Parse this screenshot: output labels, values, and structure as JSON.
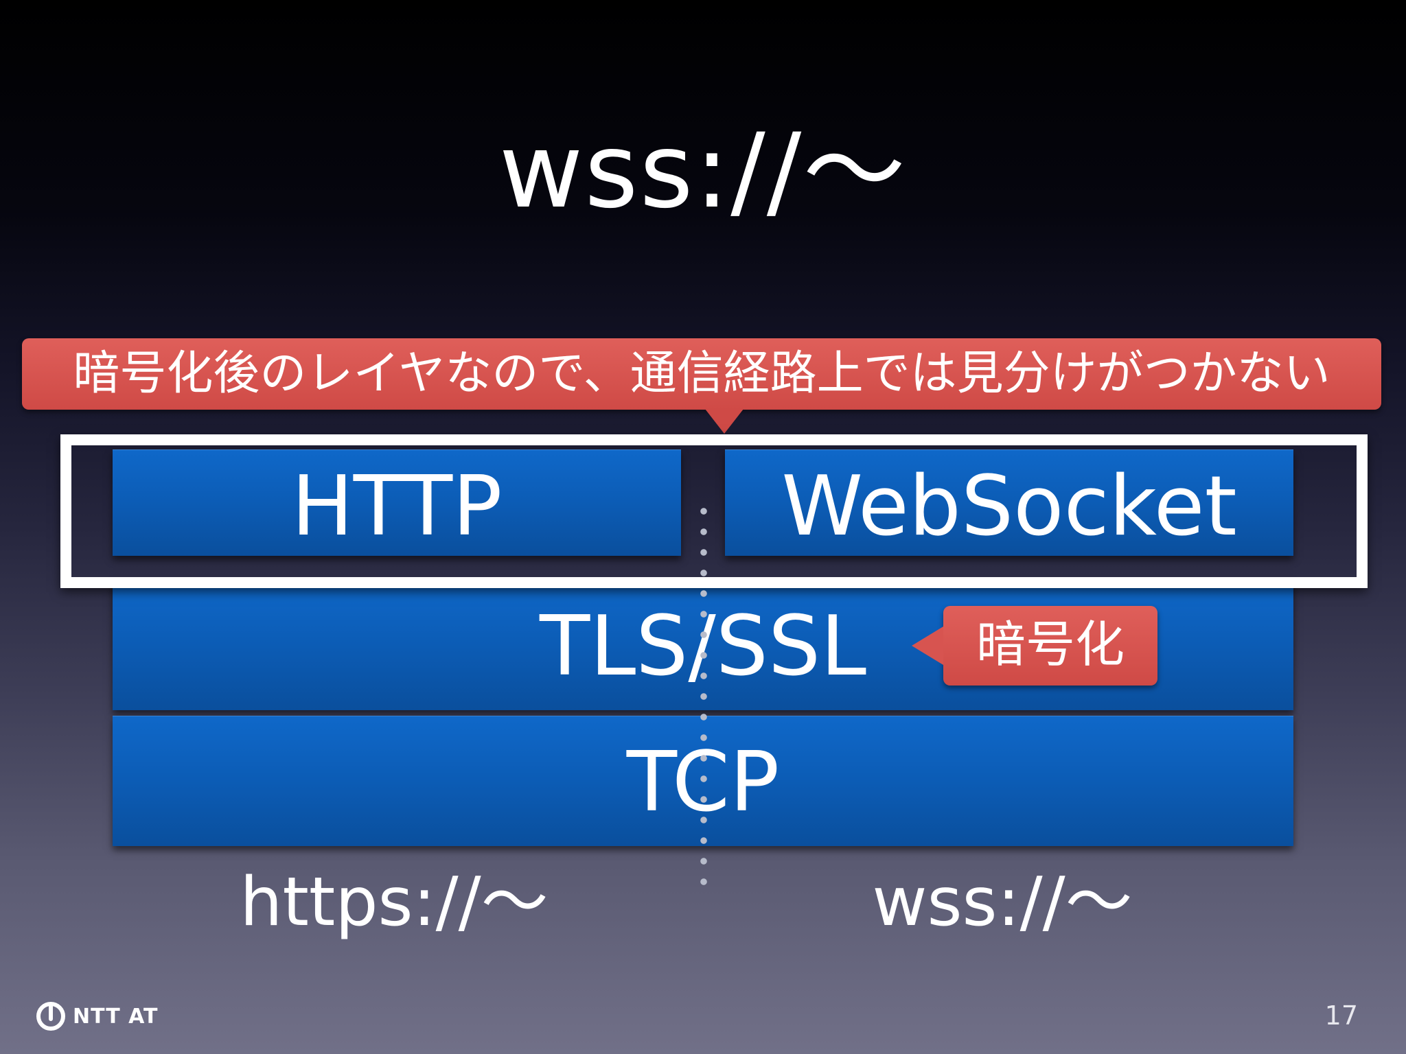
{
  "title": "wss://〜",
  "callout_top": "暗号化後のレイヤなので、通信経路上では見分けがつかない",
  "layers": {
    "http": "HTTP",
    "websocket": "WebSocket",
    "tls": "TLS/SSL",
    "tcp": "TCP"
  },
  "badge_encrypt": "暗号化",
  "schemes": {
    "https": "https://〜",
    "wss": "wss://〜"
  },
  "footer": {
    "logo_text": "NTT AT",
    "page_number": "17"
  }
}
